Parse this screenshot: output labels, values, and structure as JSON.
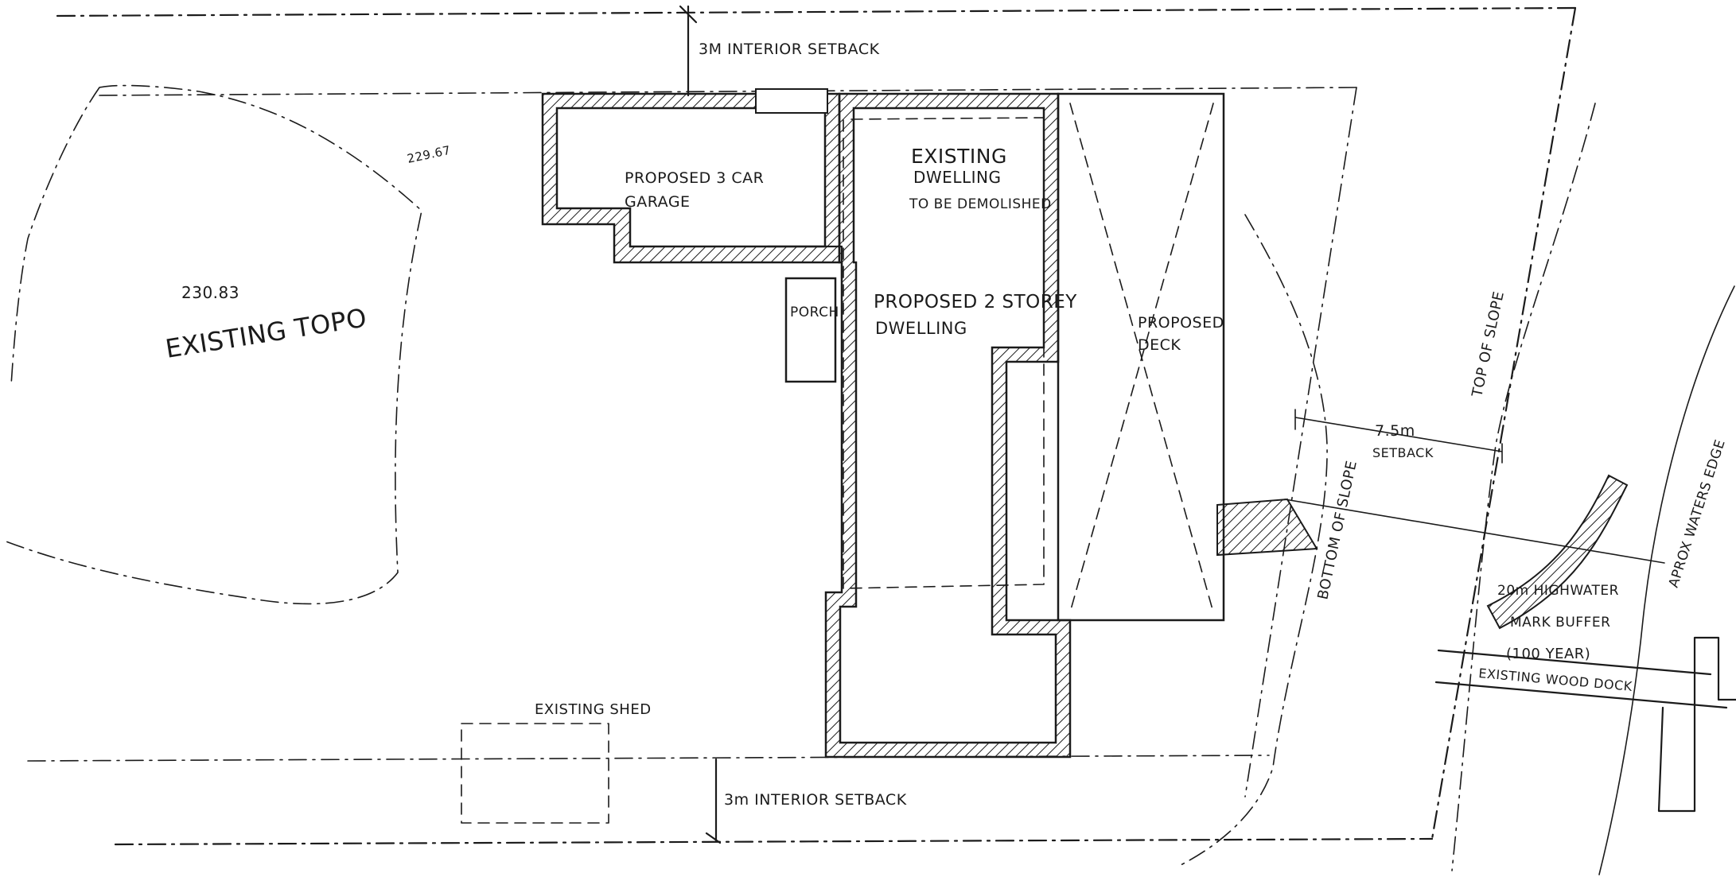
{
  "labels": {
    "interior_setback_top": "3M INTERIOR SETBACK",
    "interior_setback_bottom": "3m INTERIOR SETBACK",
    "elevation_a": "229.67",
    "elevation_b": "230.83",
    "existing_topo": "EXISTING TOPO",
    "garage_line1": "PROPOSED 3 CAR",
    "garage_line2": "GARAGE",
    "existing_dwelling_line1": "EXISTING",
    "existing_dwelling_line2": "DWELLING",
    "existing_dwelling_line3": "TO BE DEMOLISHED",
    "porch": "PORCH",
    "proposed_dwelling_line1": "PROPOSED 2 STOREY",
    "proposed_dwelling_line2": "DWELLING",
    "deck_line1": "PROPOSED",
    "deck_line2": "DECK",
    "top_of_slope": "TOP OF SLOPE",
    "bottom_of_slope": "BOTTOM OF SLOPE",
    "setback_dim": "7.5m",
    "setback_word": "SETBACK",
    "approx_waters_edge": "APROX WATERS EDGE",
    "buffer_line1": "20m HIGHWATER",
    "buffer_line2": "MARK BUFFER",
    "buffer_line3": "(100 YEAR)",
    "existing_dock": "EXISTING WOOD DOCK",
    "existing_shed": "EXISTING SHED"
  },
  "colors": {
    "ink": "#1b1b1b",
    "paper": "#ffffff"
  }
}
